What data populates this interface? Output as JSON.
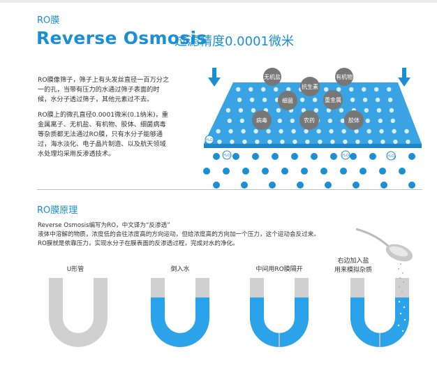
{
  "header": {
    "small_title": "RO膜",
    "title_en": "Reverse Osmosis",
    "title_cn": "过滤精度0.0001微米"
  },
  "intro": {
    "p1": "RO膜像筛子，筛子上有头发丝直径一百万分之一的孔，当带有压力的水通过筛子表面的时候，水分子透过筛子，其他元素过不去。",
    "p2": "RO膜上的微孔直径0.0001微米(0.1纳米)，重金属离子、无机盐、有机物、胶体、细菌病毒等杂质都无法通过RO膜，只有水分子能够通过，海水淡化、电子晶片制造、以及航天领域水处理均采用反渗透技术。"
  },
  "membrane_diagram": {
    "contaminants": [
      "无机盐",
      "有机物",
      "抗生素",
      "细菌",
      "重金属",
      "病毒",
      "农药",
      "胶体"
    ],
    "water_label": "H₂O",
    "accent_color": "#1a8fd6"
  },
  "principle": {
    "title": "RO膜原理",
    "line1": "Reverse Osmosis编写为RO，中文译为“反渗透”",
    "line2": "液体中溶解的物质，浓度低的会往浓度高的方向运动，但给浓度高的方向加一个压力，这个运动会反过来。",
    "line3": "RO膜就是依靠压力，实现水分子在膜表面的反渗透过程，完成对水的净化。"
  },
  "steps": [
    {
      "caption": "U形管"
    },
    {
      "caption": "倒入水"
    },
    {
      "caption": "中间用RO膜隔开"
    },
    {
      "caption_line1": "右边加入盐",
      "caption_line2": "用来模拟杂质"
    }
  ]
}
